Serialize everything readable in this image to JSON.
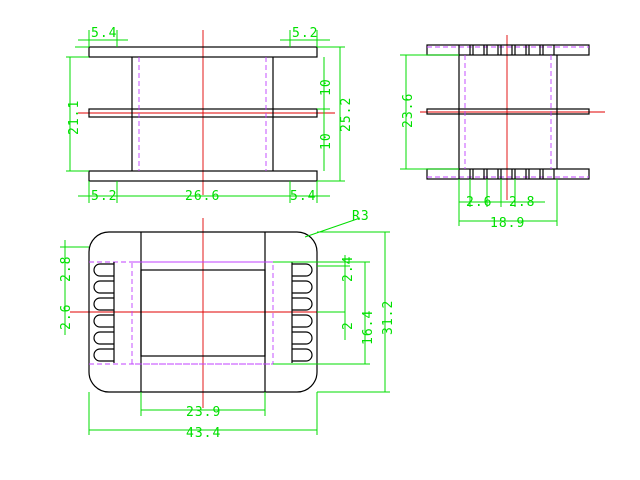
{
  "drawing": {
    "front_view": {
      "top_left_flange": "5.4",
      "top_right_flange": "5.2",
      "bottom_left_flange": "5.2",
      "bottom_center_width": "26.6",
      "bottom_right_flange": "5.4",
      "left_height": "21.1",
      "right_upper_gap": "10",
      "right_lower_gap": "10",
      "right_total_height": "25.2"
    },
    "side_view": {
      "height": "23.6",
      "pin_gap": "2.6",
      "pin_pitch": "2.8",
      "width": "18.9"
    },
    "bottom_view": {
      "radius": "R3",
      "left_pin_gap": "2.6",
      "left_pin_pitch": "2.8",
      "right_pin_pitch": "2.4",
      "right_pin_gap": "2",
      "inner_height": "16.4",
      "outer_height": "31.2",
      "inner_width": "23.9",
      "outer_width": "43.4"
    }
  },
  "colors": {
    "outline": "#000000",
    "dimension": "#00dd00",
    "centerline": "#e00000",
    "hidden": "#c040ff"
  }
}
